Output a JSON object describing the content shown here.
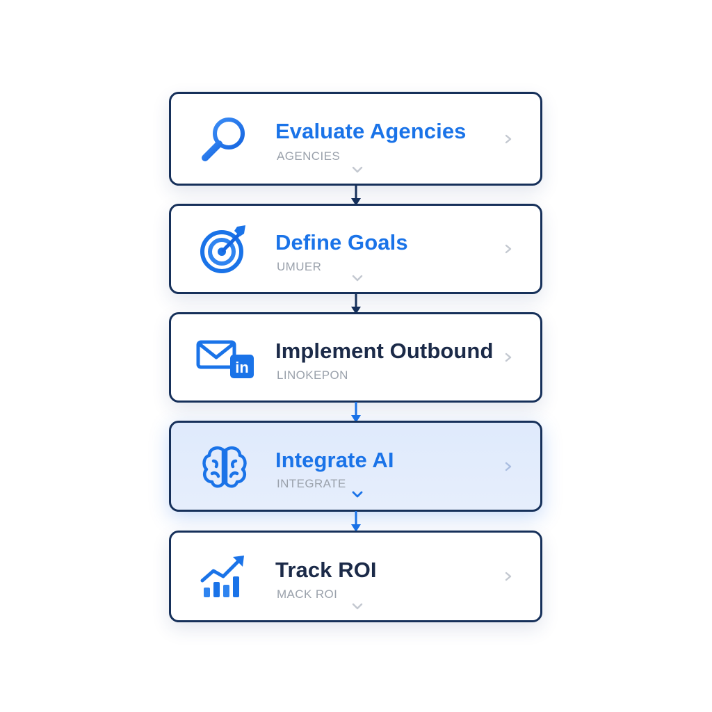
{
  "steps": [
    {
      "title": "Evaluate Agencies",
      "subtitle": "AGENCIES",
      "icon": "magnifying-glass-icon",
      "title_color": "#1a73e8"
    },
    {
      "title": "Define Goals",
      "subtitle": "UMUER",
      "icon": "target-icon",
      "title_color": "#1a73e8"
    },
    {
      "title": "Implement Outbound",
      "subtitle": "LINOKEPON",
      "icon": "email-linkedin-icon",
      "title_color": "#1b2a48"
    },
    {
      "title": "Integrate AI",
      "subtitle": "INTEGRATE",
      "icon": "brain-icon",
      "title_color": "#1a73e8",
      "active": true
    },
    {
      "title": "Track ROI",
      "subtitle": "MACK ROI",
      "icon": "growth-chart-icon",
      "title_color": "#1b2a48"
    }
  ],
  "icons": {
    "linkedin": "in"
  },
  "colors": {
    "accent": "#1a73e8",
    "border": "#16305a",
    "active_bg": "#e1ebfc",
    "muted": "#9aa1ab"
  }
}
